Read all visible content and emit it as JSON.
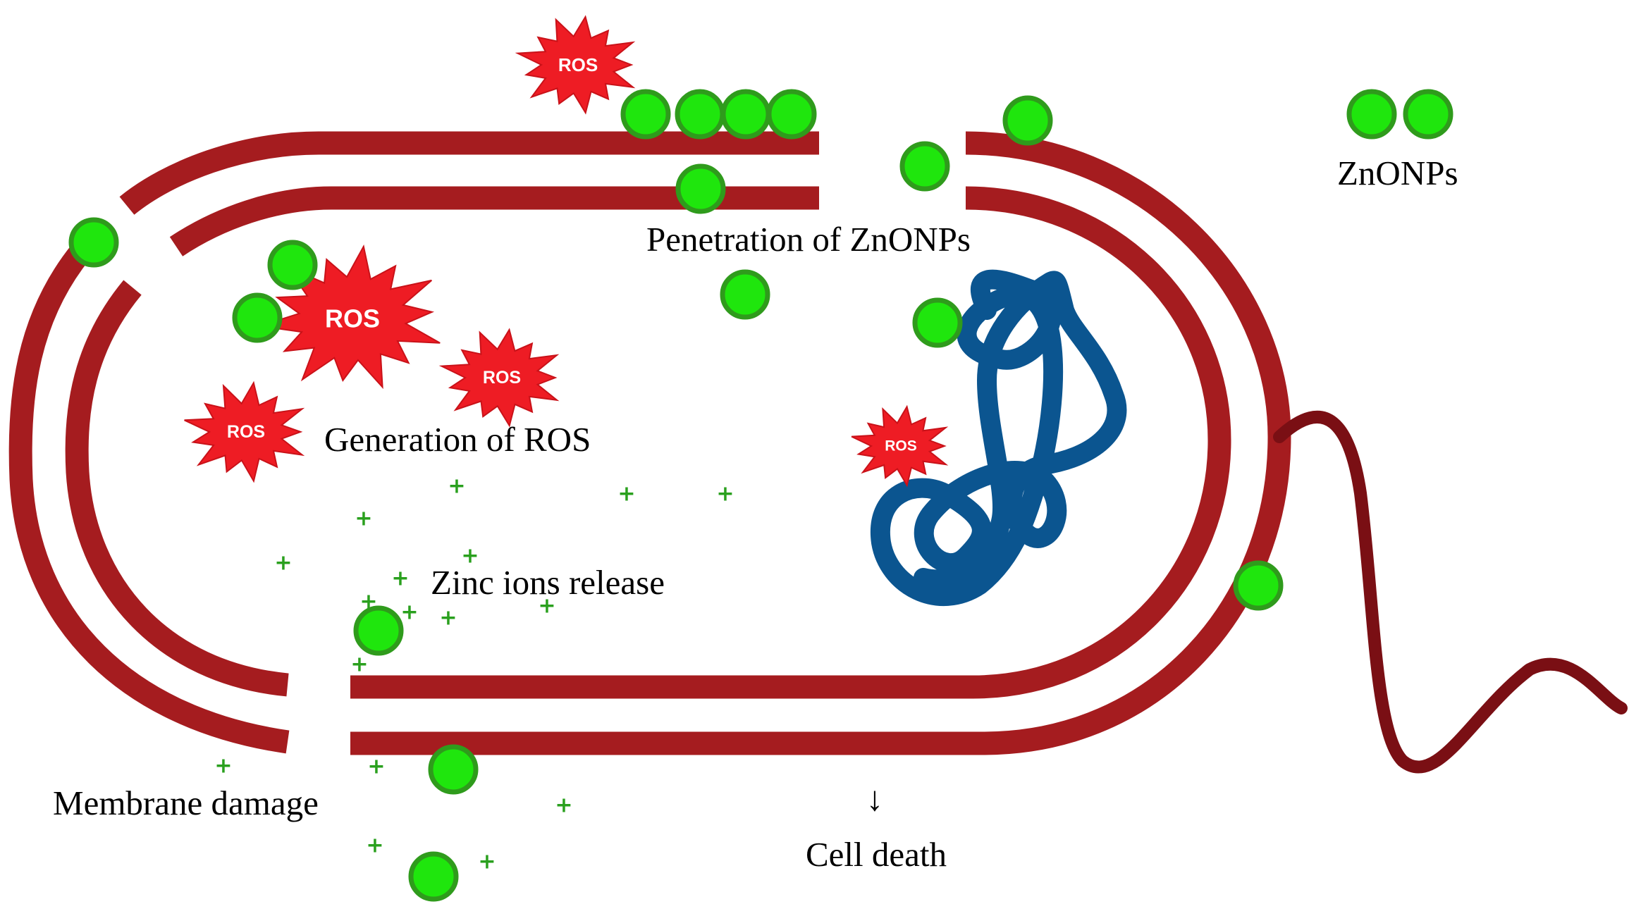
{
  "labels": {
    "penetration": "Penetration of ZnONPs",
    "generation": "Generation of ROS",
    "zinc_release": "Zinc ions release",
    "membrane_damage": "Membrane damage",
    "cell_death": "Cell death",
    "legend_znonps": "ZnONPs",
    "arrow": "↓"
  },
  "ros_label": "ROS",
  "colors": {
    "membrane": "#a51c1f",
    "flagellum": "#7a0f14",
    "dna": "#0b5590",
    "nanoparticle_fill": "#1fe60d",
    "nanoparticle_stroke": "#2f9b1c",
    "ros_fill": "#ee1c24",
    "zinc_ion": "#2aa01e"
  }
}
